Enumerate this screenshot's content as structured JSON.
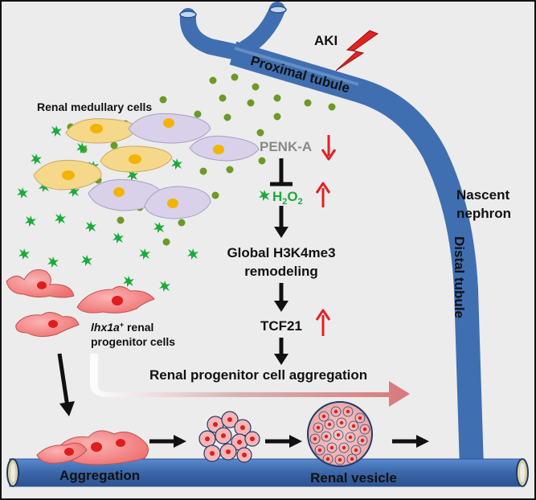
{
  "labels": {
    "aki": "AKI",
    "proximal_tubule": "Proximal tubule",
    "renal_medullary_cells": "Renal medullary cells",
    "penk_a": "PENK-A",
    "h2o2_main": "H",
    "h2o2_sub1": "2",
    "h2o2_o": "O",
    "h2o2_sub2": "2",
    "global_line1": "Global H3K4me3",
    "global_line2": "remodeling",
    "tcf21": "TCF21",
    "nascent_line1": "Nascent",
    "nascent_line2": "nephron",
    "distal_tubule": "Distal tubule",
    "progenitor_italic": "lhx1a",
    "progenitor_sup": "+",
    "progenitor_rest": " renal",
    "progenitor_line2": "progenitor cells",
    "aggregation_arrow": "Renal progenitor cell aggregation",
    "aggregation": "Aggregation",
    "renal_vesicle": "Renal vesicle"
  },
  "colors": {
    "tubule_blue": "#3f6fb0",
    "tubule_light": "#c3d6ee",
    "background_gray": "#ececec",
    "h2o2_green": "#1aab3a",
    "penk_gray": "#8a8a8a",
    "up_down_red": "#e12222",
    "dot_green": "#6b9a26",
    "progenitor_pink": "#f07a7a",
    "nucleus_red": "#e01c1c",
    "nucleus_yellow": "#f3b400",
    "yellow_cell": "#f6d88a",
    "purple_cell": "#d9d0ea",
    "aggregation_arrow": "#d7a6a6"
  },
  "icons": [
    "lightning-icon",
    "down-arrow-icon",
    "up-arrow-icon",
    "inhibit-arrow-icon"
  ]
}
